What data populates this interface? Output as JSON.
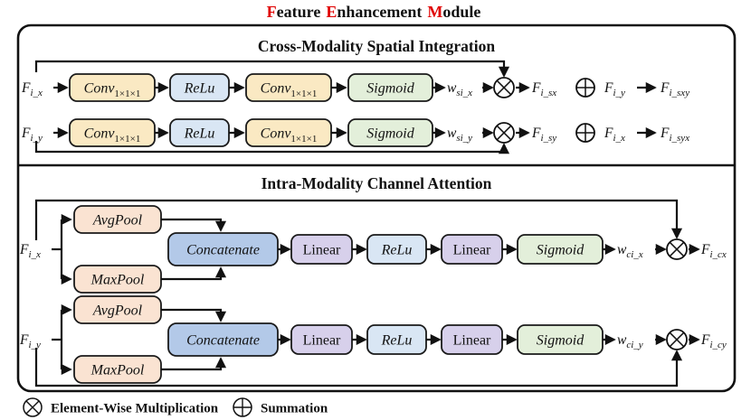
{
  "title": {
    "words": [
      {
        "lead": "F",
        "rest": "eature"
      },
      {
        "lead": "E",
        "rest": "nhancement"
      },
      {
        "lead": "M",
        "rest": "odule"
      }
    ]
  },
  "colors": {
    "accent": "#e00000",
    "line": "#111111",
    "conv": "#fae9c3",
    "relu": "#d9e6f4",
    "sigmoid": "#e3efda",
    "pool": "#fae3d2",
    "concat": "#b3c9e8",
    "linear": "#d7d0eb"
  },
  "cross": {
    "title": "Cross-Modality Spatial Integration",
    "rows": [
      {
        "input": {
          "base": "F",
          "sub": "i_x"
        },
        "conv1": {
          "base": "Conv",
          "sub": "1×1×1"
        },
        "relu": "ReLu",
        "conv2": {
          "base": "Conv",
          "sub": "1×1×1"
        },
        "sigmoid": "Sigmoid",
        "weight": {
          "base": "w",
          "sub": "si_x"
        },
        "product": {
          "base": "F",
          "sub": "i_sx"
        },
        "operand": {
          "base": "F",
          "sub": "i_y"
        },
        "result": {
          "base": "F",
          "sub": "i_sxy"
        }
      },
      {
        "input": {
          "base": "F",
          "sub": "i_y"
        },
        "conv1": {
          "base": "Conv",
          "sub": "1×1×1"
        },
        "relu": "ReLu",
        "conv2": {
          "base": "Conv",
          "sub": "1×1×1"
        },
        "sigmoid": "Sigmoid",
        "weight": {
          "base": "w",
          "sub": "si_y"
        },
        "product": {
          "base": "F",
          "sub": "i_sy"
        },
        "operand": {
          "base": "F",
          "sub": "i_x"
        },
        "result": {
          "base": "F",
          "sub": "i_syx"
        }
      }
    ]
  },
  "intra": {
    "title": "Intra-Modality Channel Attention",
    "rows": [
      {
        "input": {
          "base": "F",
          "sub": "i_x"
        },
        "avgpool": "AvgPool",
        "maxpool": "MaxPool",
        "concat": "Concatenate",
        "linear1": "Linear",
        "relu": "ReLu",
        "linear2": "Linear",
        "sigmoid": "Sigmoid",
        "weight": {
          "base": "w",
          "sub": "ci_x"
        },
        "result": {
          "base": "F",
          "sub": "i_cx"
        }
      },
      {
        "input": {
          "base": "F",
          "sub": "i_y"
        },
        "avgpool": "AvgPool",
        "maxpool": "MaxPool",
        "concat": "Concatenate",
        "linear1": "Linear",
        "relu": "ReLu",
        "linear2": "Linear",
        "sigmoid": "Sigmoid",
        "weight": {
          "base": "w",
          "sub": "ci_y"
        },
        "result": {
          "base": "F",
          "sub": "i_cy"
        }
      }
    ]
  },
  "legend": {
    "multiply_label": "Element-Wise Multiplication",
    "sum_label": "Summation"
  }
}
